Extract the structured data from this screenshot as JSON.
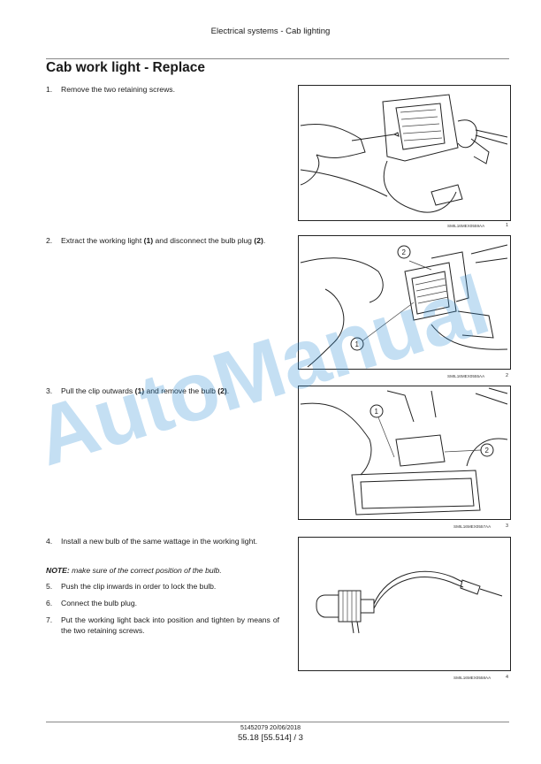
{
  "header": {
    "section": "Electrical systems - Cab lighting"
  },
  "title": "Cab work light - Replace",
  "steps": [
    {
      "num": "1.",
      "text": "Remove the two retaining screws."
    },
    {
      "num": "2.",
      "pre": "Extract the working light ",
      "b1": "(1)",
      "mid": " and disconnect the bulb plug ",
      "b2": "(2)",
      "post": "."
    },
    {
      "num": "3.",
      "pre": "Pull the clip outwards ",
      "b1": "(1)",
      "mid": " and remove the bulb ",
      "b2": "(2)",
      "post": "."
    },
    {
      "num": "4.",
      "text": "Install a new bulb of the same wattage in the working light."
    },
    {
      "num": "5.",
      "text": "Push the clip inwards in order to lock the bulb."
    },
    {
      "num": "6.",
      "text": "Connect the bulb plug."
    },
    {
      "num": "7.",
      "text": "Put the working light back into position and tighten by means of the two retaining screws."
    }
  ],
  "note": {
    "label": "NOTE:",
    "text": " make sure of the correct position of the bulb."
  },
  "figures": [
    {
      "code": "SMIL16MEX0559AA",
      "num": "1"
    },
    {
      "code": "SMIL16MEX0555AA",
      "num": "2",
      "callouts": [
        "1",
        "2"
      ]
    },
    {
      "code": "SMIL16MEX0557AA",
      "num": "3",
      "callouts": [
        "1",
        "2"
      ]
    },
    {
      "code": "SMIL16MEX0558AA",
      "num": "4"
    }
  ],
  "watermark": "AutoManual",
  "footer": {
    "code": "51452079 20/06/2018",
    "page": "55.18 [55.514] / 3"
  }
}
